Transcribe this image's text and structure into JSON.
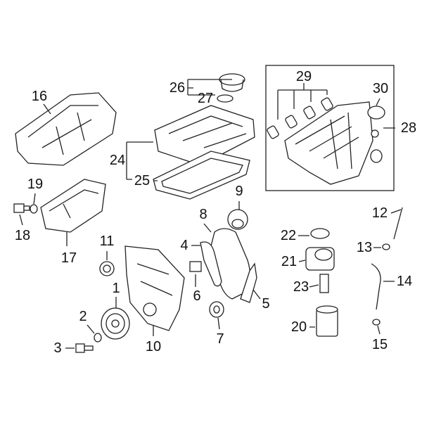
{
  "diagram": {
    "title": "Engine parts callout diagram",
    "callouts": [
      "1",
      "2",
      "3",
      "4",
      "5",
      "6",
      "7",
      "8",
      "9",
      "10",
      "11",
      "12",
      "13",
      "14",
      "15",
      "16",
      "17",
      "18",
      "19",
      "20",
      "21",
      "22",
      "23",
      "24",
      "25",
      "26",
      "27",
      "28",
      "29",
      "30"
    ]
  }
}
